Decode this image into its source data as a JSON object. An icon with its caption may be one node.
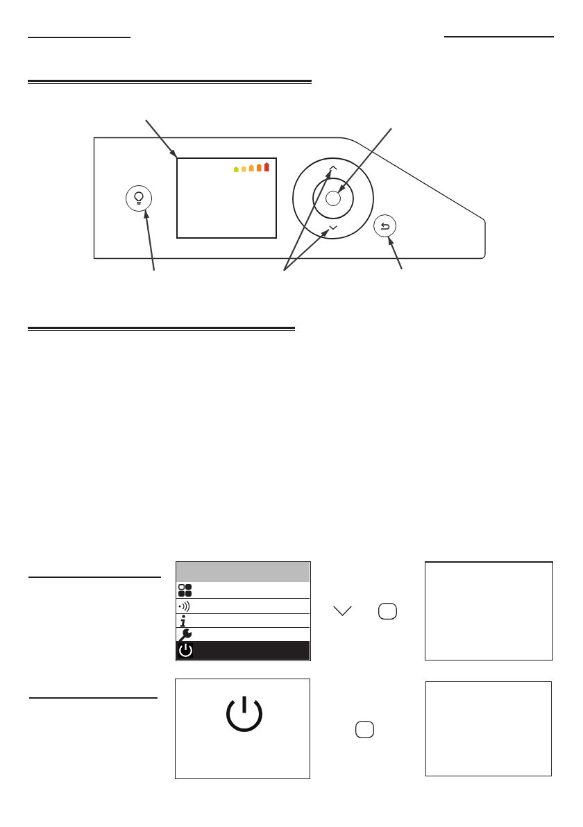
{
  "diagram": {
    "nodes": [
      {
        "text": [],
        "shape": "circle"
      },
      {
        "text": [],
        "shape": "box"
      },
      {
        "text": [],
        "shape": "chevron"
      },
      {
        "text": [],
        "shape": "circle"
      },
      {
        "text": [],
        "shape": "chevron"
      },
      {
        "text": [],
        "shape": "circle"
      },
      {
        "text": [],
        "shape": "box"
      },
      {
        "text": [],
        "shape": "box"
      },
      {
        "text": [],
        "shape": "box"
      },
      {
        "text": [],
        "shape": "box"
      }
    ],
    "edges": [
      {
        "from": null,
        "to": 0,
        "arrow": "to"
      },
      {
        "from": null,
        "to": 1,
        "arrow": "to"
      },
      {
        "from": null,
        "to": 2,
        "arrow": "to"
      },
      {
        "from": null,
        "to": 3,
        "arrow": "to"
      },
      {
        "from": null,
        "to": 4,
        "arrow": "to"
      },
      {
        "from": null,
        "to": 5,
        "arrow": "to"
      }
    ]
  }
}
